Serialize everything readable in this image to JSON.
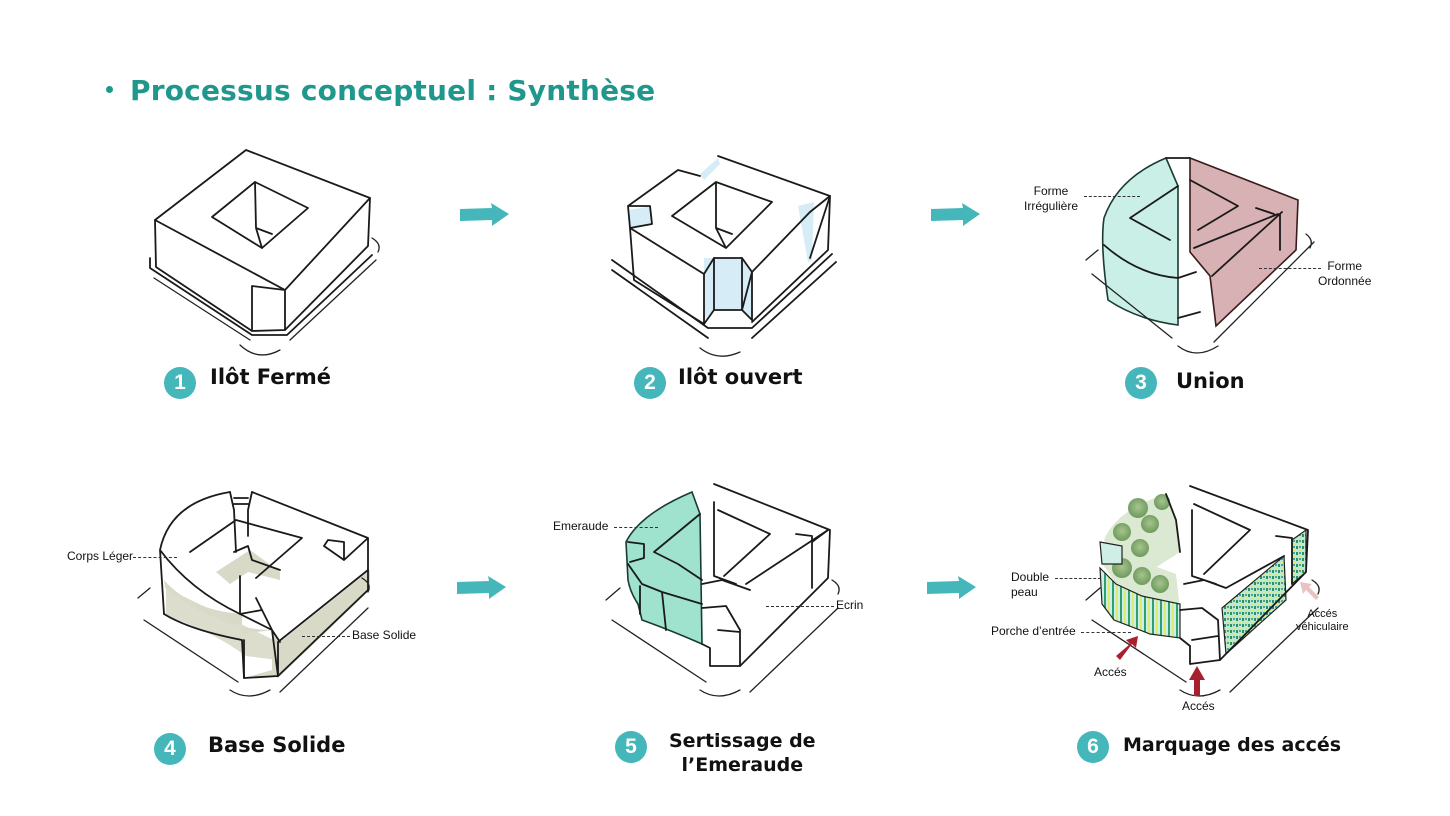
{
  "title": "Processus conceptuel : Synthèse",
  "colors": {
    "title": "#1f978c",
    "step_badge": "#45b7bb",
    "arrow": "#45b7bb",
    "openings_blue": "#d6ecf6",
    "forme_irreguliere": "#c9efe6",
    "forme_ordonnee": "#d7b1b3",
    "base_solide": "#d9d9c8",
    "emeraude": "#9fe3cf",
    "access_arrow": "#a81f2d",
    "vehicle_access_arrow": "#e9c2c2"
  },
  "steps": [
    {
      "number": "1",
      "label": "Ilôt Fermé",
      "annotations": []
    },
    {
      "number": "2",
      "label": "Ilôt ouvert",
      "annotations": []
    },
    {
      "number": "3",
      "label": "Union",
      "annotations": [
        "Forme Irrégulière",
        "Forme Ordonnée"
      ]
    },
    {
      "number": "4",
      "label": "Base Solide",
      "annotations": [
        "Corps Léger",
        "Base Solide"
      ]
    },
    {
      "number": "5",
      "label_line1": "Sertissage de",
      "label_line2": "l’Emeraude",
      "annotations": [
        "Emeraude",
        "Ecrin"
      ]
    },
    {
      "number": "6",
      "label": "Marquage des accés",
      "annotations": [
        "Double peau",
        "Porche d’entrée",
        "Accés",
        "Accés",
        "Accés véhiculaire"
      ]
    }
  ],
  "labels": {
    "forme_irreguliere_l1": "Forme",
    "forme_irreguliere_l2": "Irrégulière",
    "forme_ordonnee_l1": "Forme",
    "forme_ordonnee_l2": "Ordonnée",
    "corps_leger": "Corps Léger",
    "base_solide": "Base Solide",
    "emeraude": "Emeraude",
    "ecrin": "Ecrin",
    "double_peau_l1": "Double",
    "double_peau_l2": "peau",
    "porche": "Porche d’entrée",
    "acces_1": "Accés",
    "acces_2": "Accés",
    "acces_vehic_l1": "Accés",
    "acces_vehic_l2": "véhiculaire"
  },
  "icons": {
    "flow_arrow": "right-arrow-icon",
    "access_arrow": "access-arrow-icon"
  }
}
